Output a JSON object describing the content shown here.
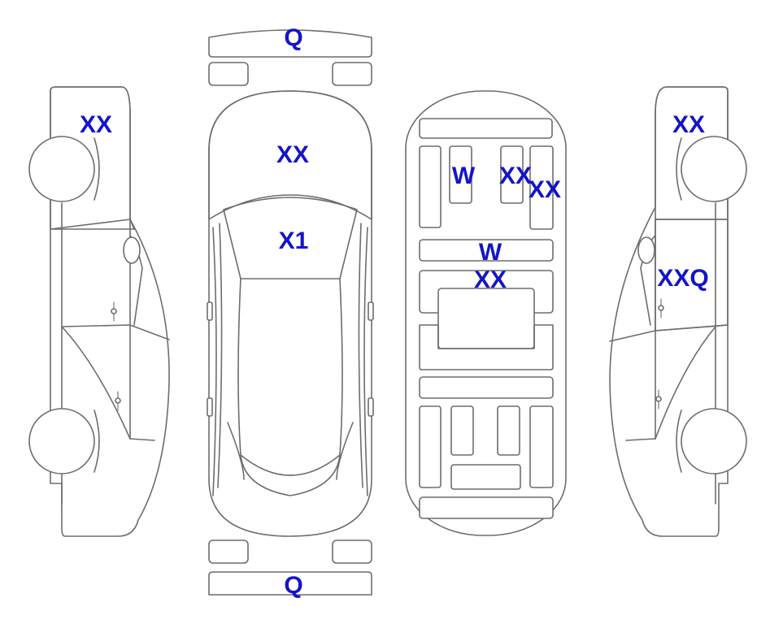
{
  "colors": {
    "minor": "#ddf3fb",
    "major": "#faa932",
    "label": "#1414c8",
    "outline": "#6d6d6d"
  },
  "labels": {
    "front_bumper": "Q",
    "rear_bumper": "Q",
    "hood": "XX",
    "windshield": "X1",
    "left_fender": "XX",
    "right_fender": "XX",
    "right_door": "XXQ",
    "interior_front_left_seat": "W",
    "interior_front_right_seat_a": "XX",
    "interior_front_right_seat_b": "XX",
    "interior_dashboard": "W",
    "interior_center": "XX"
  }
}
